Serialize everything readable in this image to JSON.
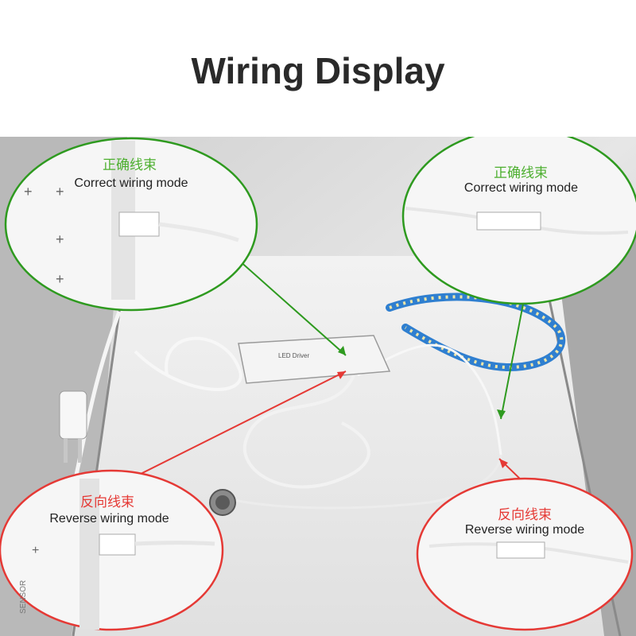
{
  "title": "Wiring Display",
  "callouts": {
    "top_left": {
      "cn": "正确线束",
      "en": "Correct wiring mode"
    },
    "top_right": {
      "cn": "正确线束",
      "en": "Correct wiring mode"
    },
    "bottom_left": {
      "cn": "反向线束",
      "en": "Reverse wiring mode"
    },
    "bottom_right": {
      "cn": "反向线束",
      "en": "Reverse wiring mode"
    }
  },
  "driver_label": "LED Driver",
  "sensor_label": "SENSOR",
  "colors": {
    "correct": "#2e9a1f",
    "reverse": "#e53935",
    "strip": "#2f7fd0"
  }
}
